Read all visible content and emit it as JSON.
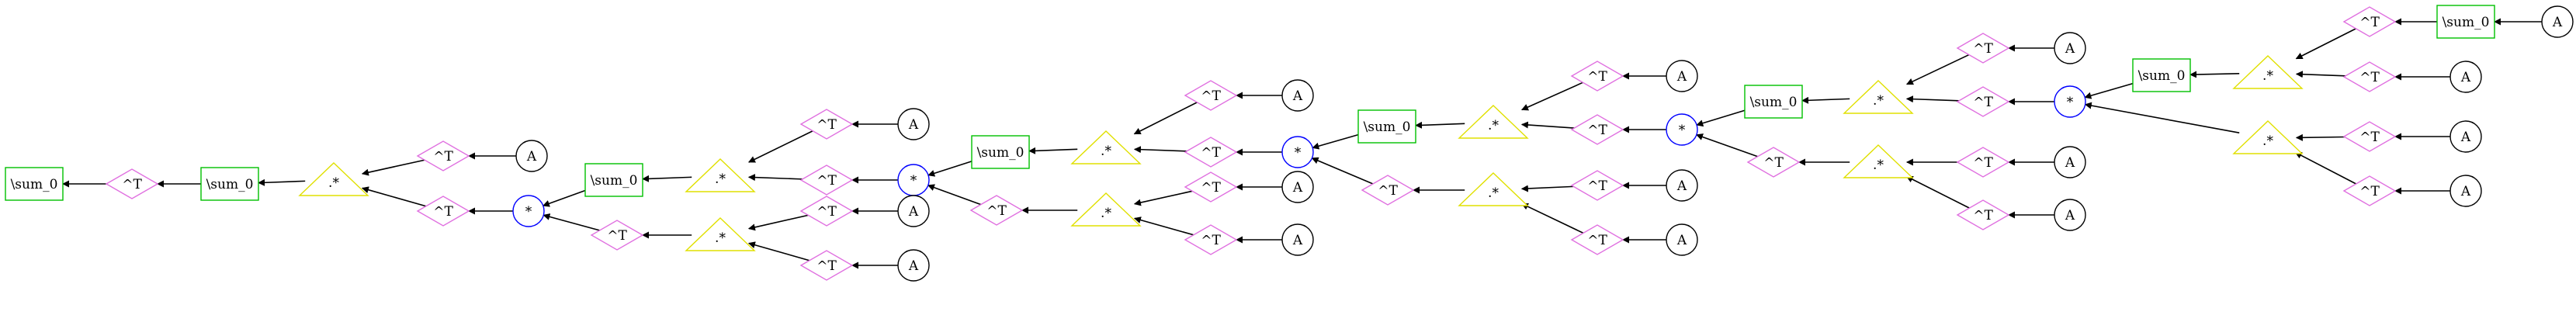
{
  "diagram": {
    "colors": {
      "box": "#00c000",
      "transpose": "#e070e0",
      "triangle": "#e0e000",
      "circle": "#0000ff",
      "leaf": "#000000",
      "edge": "#000000"
    },
    "labels": {
      "sum": "\\sum_0",
      "transpose": "^T",
      "elementwise": ".*",
      "product": "*",
      "leaf": "A"
    }
  }
}
